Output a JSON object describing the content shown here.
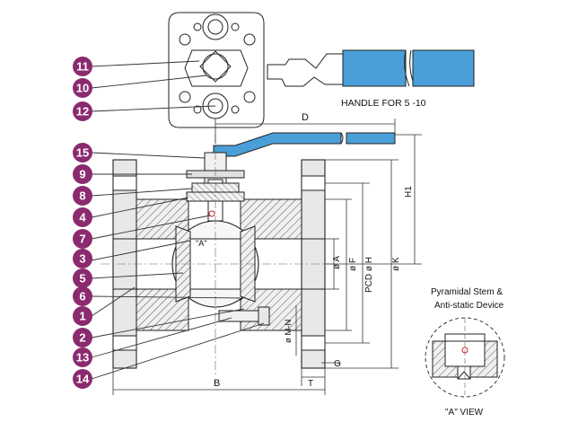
{
  "labels": {
    "handle_caption": "HANDLE FOR 5 -10",
    "dim_D": "D",
    "dim_H1": "H1",
    "dim_A": "ø A",
    "dim_F": "ø F",
    "dim_PCD": "PCD ø H",
    "dim_K": "ø K",
    "dim_MN": "ø M-N",
    "dim_G": "G",
    "dim_T": "T",
    "dim_B": "B",
    "view_A_marker": "\"A\"",
    "pyramidal_line1": "Pyramidal Stem &",
    "pyramidal_line2": "Anti-static Device",
    "view_caption": "\"A\" VIEW"
  },
  "callouts": [
    "11",
    "10",
    "12",
    "15",
    "9",
    "8",
    "4",
    "7",
    "3",
    "5",
    "6",
    "1",
    "2",
    "13",
    "14"
  ],
  "colors": {
    "callout": "#8b2a6e",
    "handle": "#4a9fd8"
  }
}
